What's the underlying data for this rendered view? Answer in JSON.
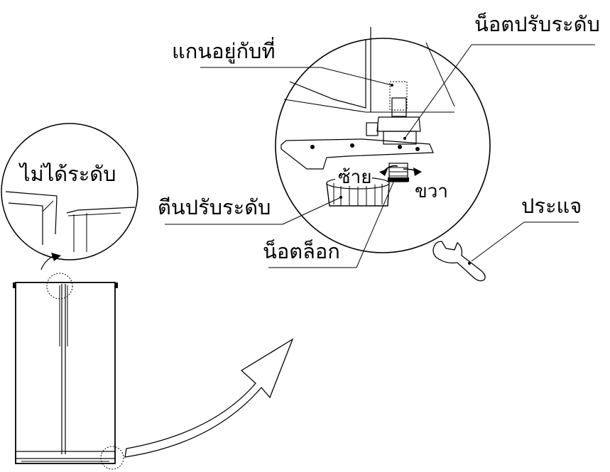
{
  "labels": {
    "mounting_shaft": "แกนอยู่กับที่",
    "adjust_bolt": "น็อตปรับระดับ",
    "not_level": "ไม่ได้ระดับ",
    "leveling_foot": "ตีนปรับระดับ",
    "lock_nut": "น็อตล็อก",
    "left": "ซ้าย",
    "right": "ขวา",
    "wrench": "ประแจ"
  },
  "colors": {
    "stroke": "#000000",
    "background": "#ffffff"
  },
  "icons": [
    "wrench-icon",
    "curved-arrow-icon",
    "refrigerator-icon",
    "rotation-arrow-icon"
  ]
}
